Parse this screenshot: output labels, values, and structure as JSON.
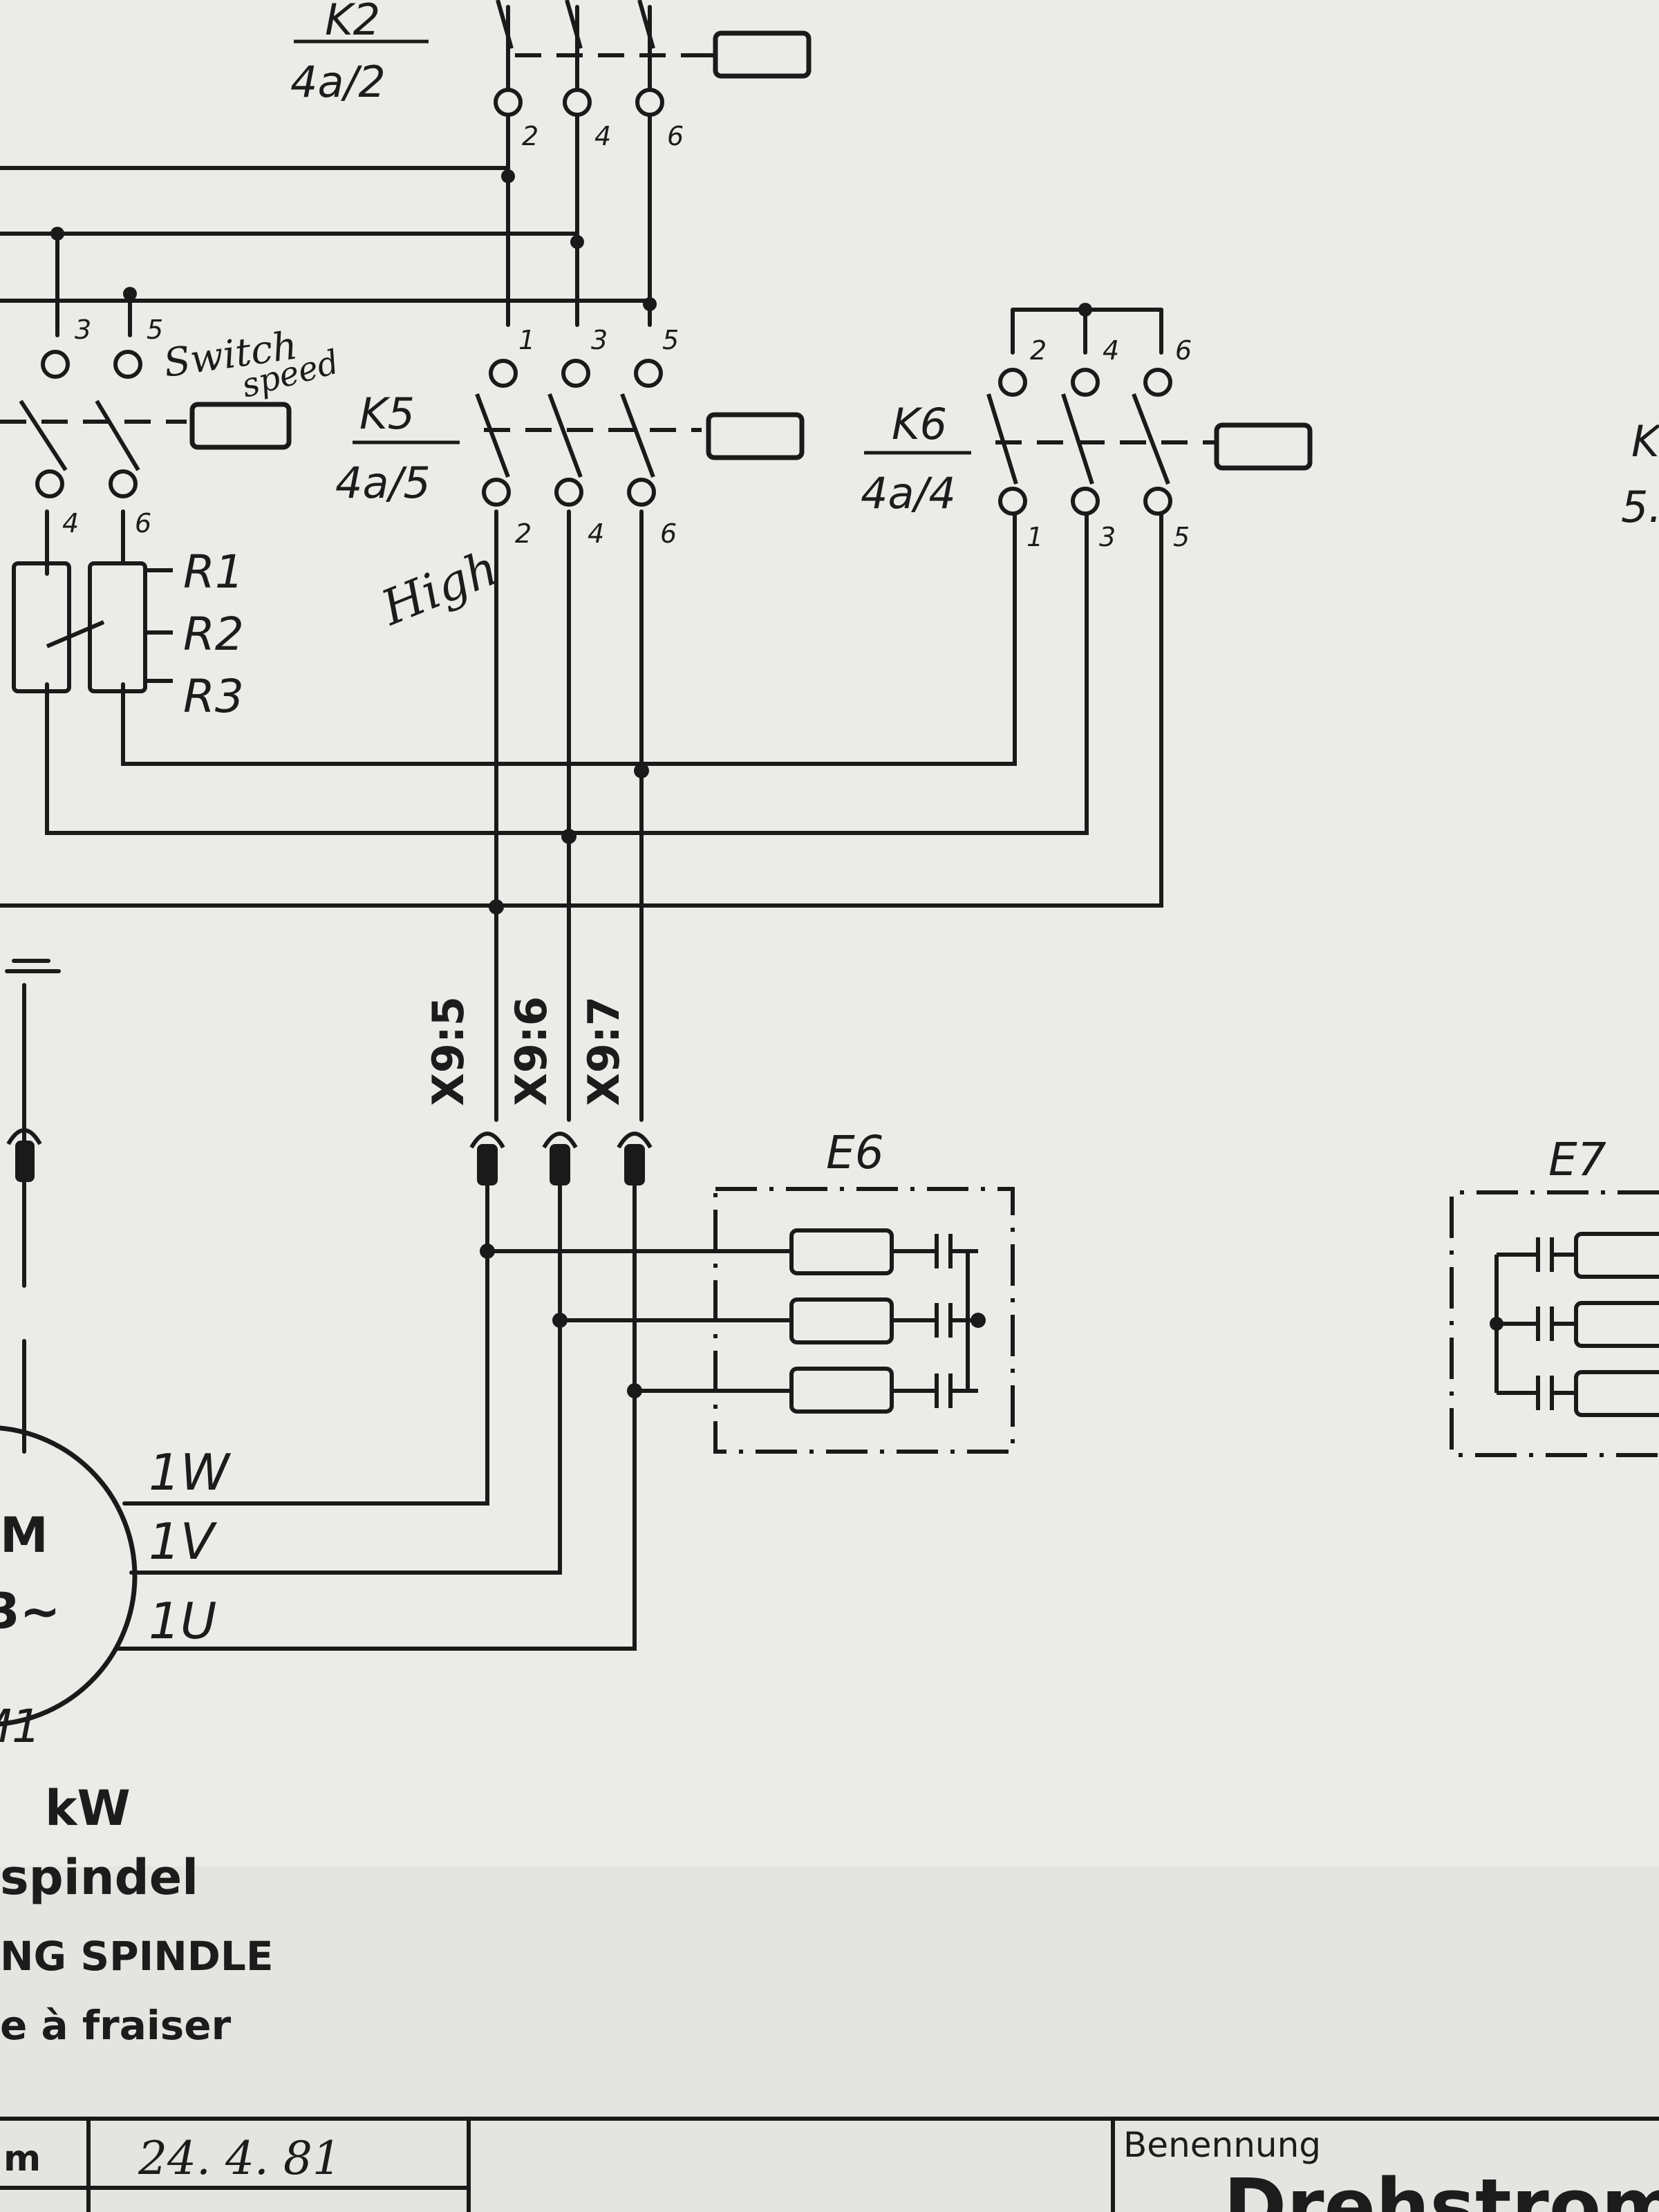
{
  "labels": {
    "k2": "K2",
    "k2_ref": "4a/2",
    "k5": "K5",
    "k5_ref": "4a/5",
    "k6": "K6",
    "k6_ref": "4a/4",
    "k_partial": "K",
    "k_partial_ref": "5.",
    "r1": "R1",
    "r2": "R2",
    "r3": "R3",
    "x95": "X9:5",
    "x96": "X9:6",
    "x97": "X9:7",
    "e6": "E6",
    "e7": "E7",
    "w1": "1W",
    "v1": "1V",
    "u1": "1U",
    "motor_m": "M",
    "motor_phase": "3~",
    "motor_id": "M1",
    "pin": {
      "p1": "1",
      "p2": "2",
      "p3": "3",
      "p4": "4",
      "p5": "5",
      "p6": "6"
    }
  },
  "handwriting": {
    "switch": "Switch",
    "speed": "speed",
    "high": "High"
  },
  "legend": {
    "kw": "kW",
    "spindle_de": "spindel",
    "spindle_en": "NG  SPINDLE",
    "spindle_fr": "e à fraiser"
  },
  "title_block": {
    "date": "24. 4. 81",
    "field_left": "m",
    "benennung_label": "Benennung",
    "benennung_value": "Drehstromm"
  }
}
